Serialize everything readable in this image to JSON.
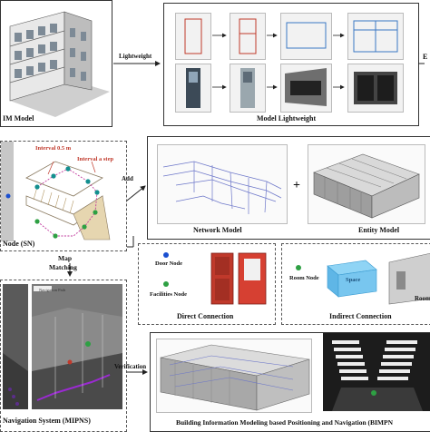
{
  "bim": {
    "model_label": "IM Model",
    "lightweight_arrow": "Lightweight",
    "lightweight_panel_label": "Model Lightweight",
    "cut_label": "E"
  },
  "sn": {
    "interval_room": "Interval 0.5 m",
    "interval_stair": "Interval a step",
    "caption": "Node (SN)"
  },
  "flow": {
    "add": "Add",
    "map_matching_line1": "Map",
    "map_matching_line2": "Matching",
    "verification": "Verification",
    "plus": "+"
  },
  "network": {
    "label": "Network Model"
  },
  "entity": {
    "label": "Entity Model"
  },
  "direct": {
    "door_node": "Door Node",
    "facilities_node": "Facilities Node",
    "caption": "Direct Connection"
  },
  "indirect": {
    "room_node": "Room Node",
    "space": "Space",
    "room_cut": "Room",
    "caption": "Indirect Connection"
  },
  "mipns": {
    "tag": "Navigation Path",
    "caption": "Navigation System (MIPNS)"
  },
  "bimpn": {
    "caption": "Building Information Modeling based Positioning and Navigation (BIMPN"
  },
  "colors": {
    "line": "#222222",
    "node_blue": "#1a4fd0",
    "node_green": "#2ea043",
    "node_teal": "#138f8f",
    "door_red": "#c0392b"
  }
}
